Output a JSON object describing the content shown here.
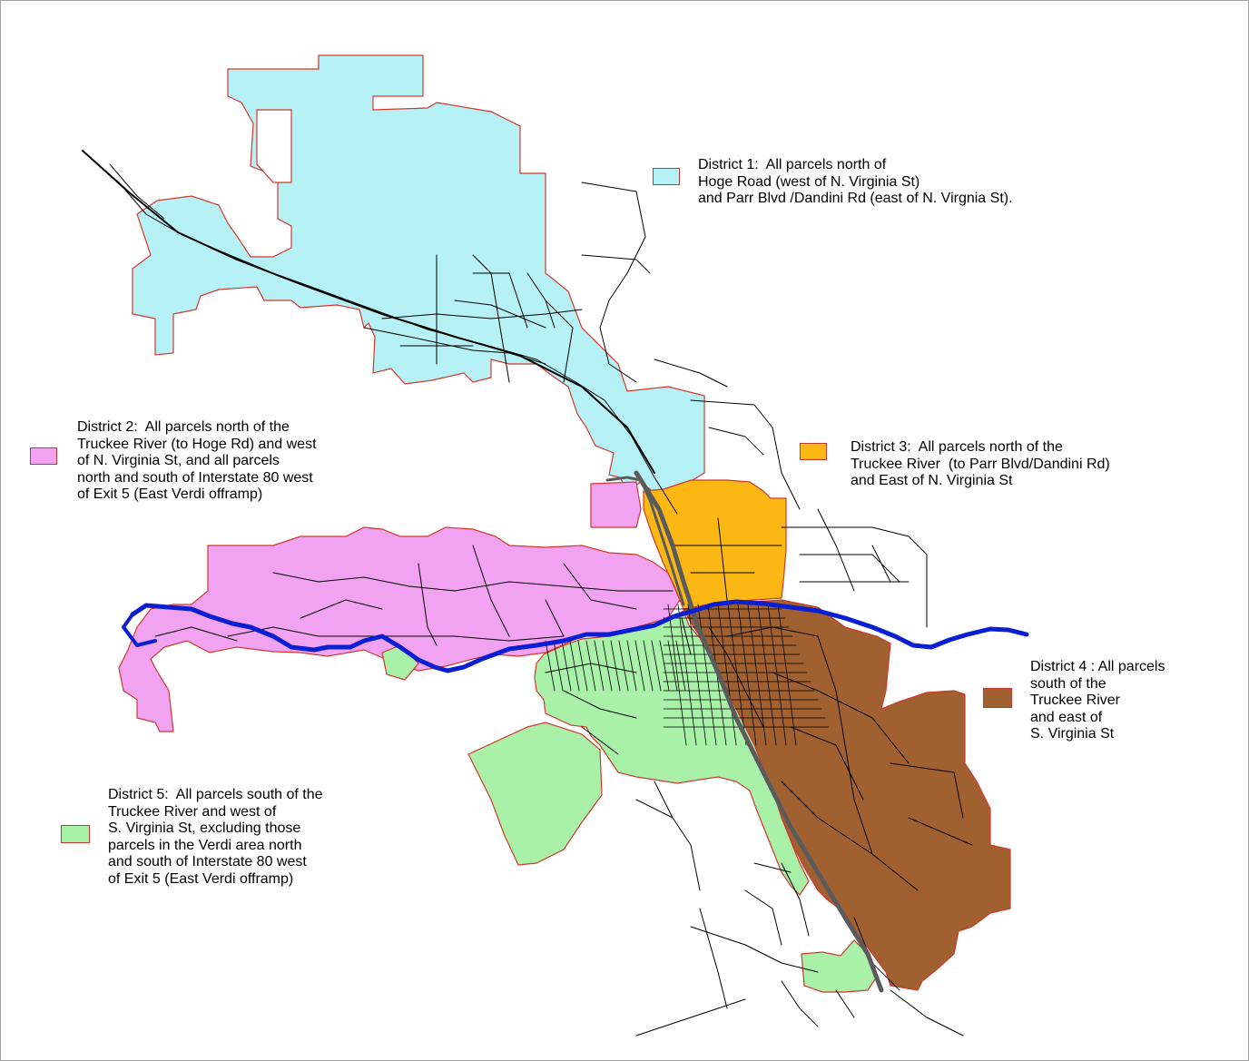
{
  "colors": {
    "district_1": "#b6f1f5",
    "district_2": "#f1a2f1",
    "district_3": "#fbb714",
    "district_4": "#a0602f",
    "district_5": "#a9f0a9",
    "parcel_outline": "#d0392e",
    "road": "#000000",
    "interstate": "#5b5b5b",
    "river": "#0a1fd1"
  },
  "legend": [
    {
      "district": "District 1",
      "lines": [
        "District 1:  All parcels north of",
        "Hoge Road (west of N. Virginia St)",
        "and Parr Blvd /Dandini Rd (east of N. Virgnia St)."
      ]
    },
    {
      "district": "District 2",
      "lines": [
        "District 2:  All parcels north of the",
        "Truckee River (to Hoge Rd) and west",
        "of N. Virginia St, and all parcels",
        "north and south of Interstate 80 west",
        "of Exit 5 (East Verdi offramp)"
      ]
    },
    {
      "district": "District 3",
      "lines": [
        "District 3:  All parcels north of the",
        "Truckee River  (to Parr Blvd/Dandini Rd)",
        "and East of N. Virginia St"
      ]
    },
    {
      "district": "District 4",
      "lines": [
        "District 4 : All parcels",
        "south of the",
        "Truckee River",
        "and east of",
        "S. Virginia St"
      ]
    },
    {
      "district": "District 5",
      "lines": [
        "District 5:  All parcels south of the",
        "Truckee River and west of",
        "S. Virginia St, excluding those",
        "parcels in the Verdi area north",
        "and south of Interstate 80 west",
        "of Exit 5 (East Verdi offramp)"
      ]
    }
  ]
}
